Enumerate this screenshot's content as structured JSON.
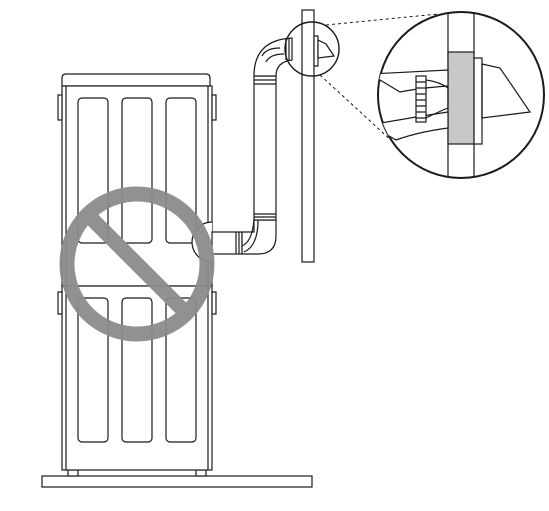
{
  "diagram": {
    "subject": "stacked-dryer-vent-installation",
    "status": "prohibited",
    "colors": {
      "line": "#1a1a1a",
      "prohibition": "#8c8c8c",
      "wall_material": "#c8c8c8",
      "background": "#ffffff"
    },
    "icons": [
      "prohibition-icon",
      "magnifier-callout"
    ]
  }
}
